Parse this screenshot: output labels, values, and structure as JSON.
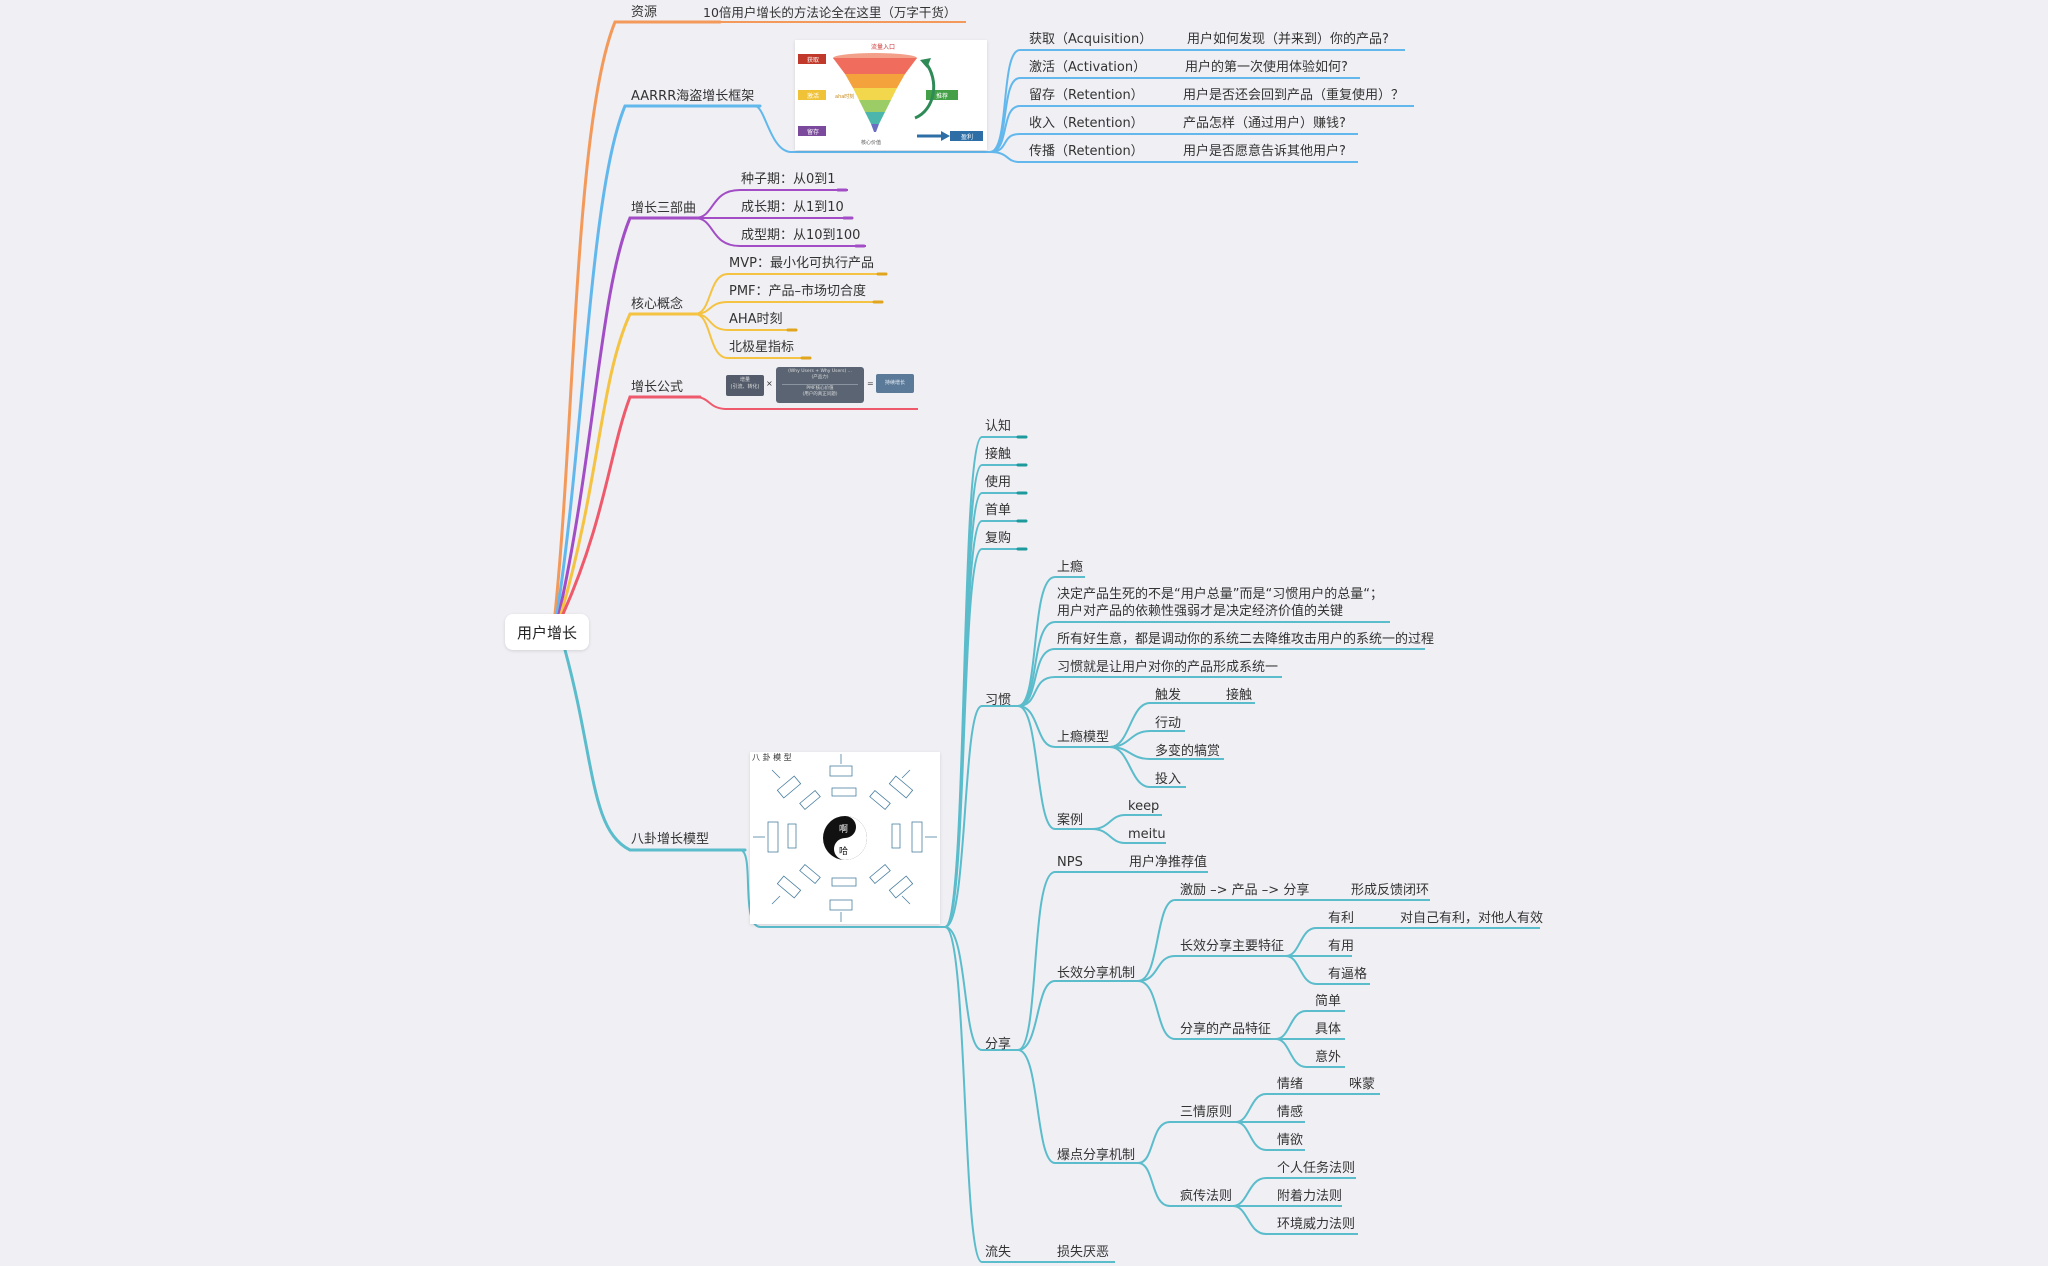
{
  "root": "用户增长",
  "branches": {
    "resource": {
      "label": "资源",
      "child": "10倍用户增长的方法论全在这里（万字干货）"
    },
    "aarrr": {
      "label": "AARRR海盗增长框架",
      "funnel": {
        "top": "流量入口",
        "acq": "获取",
        "act": "激活",
        "ret": "留存",
        "ref": "推荐",
        "rev": "盈利",
        "core": "核心价值",
        "aha": "aha时刻"
      },
      "items": [
        {
          "name": "获取（Acquisition）",
          "desc": "用户如何发现（并来到）你的产品?"
        },
        {
          "name": "激活（Activation）",
          "desc": "用户的第一次使用体验如何?"
        },
        {
          "name": "留存（Retention）",
          "desc": "用户是否还会回到产品（重复使用）？"
        },
        {
          "name": "收入（Retention）",
          "desc": "产品怎样（通过用户）赚钱?"
        },
        {
          "name": "传播（Retention）",
          "desc": "用户是否愿意告诉其他用户?"
        }
      ]
    },
    "stages": {
      "label": "增长三部曲",
      "items": [
        "种子期：从0到1",
        "成长期：从1到10",
        "成型期：从10到100"
      ]
    },
    "concepts": {
      "label": "核心概念",
      "items": [
        "MVP：最小化可执行产品",
        "PMF：产品–市场切合度",
        "AHA时刻",
        "北极星指标"
      ]
    },
    "formula": {
      "label": "增长公式",
      "left": "增量",
      "left_sub": "(引流、转化)",
      "mid_top": "(Why Users + Why Users) ...",
      "mid_sub": "(产品力)",
      "mid_b1": "PMF核心价值",
      "mid_b2": "(用户的真正问题)",
      "op1": "×",
      "op2": "=",
      "right": "持续增长"
    },
    "bagua": {
      "label": "八卦增长模型",
      "image": {
        "title": "八 卦 模 型",
        "center_top": "啊",
        "center_bottom": "哈"
      },
      "simple": [
        "认知",
        "接触",
        "使用",
        "首单",
        "复购"
      ],
      "habit": {
        "label": "习惯",
        "items": [
          "上瘾",
          "决定产品生死的不是“用户总量”而是“习惯用户的总量“；",
          "用户对产品的依赖性强弱才是决定经济价值的关键",
          "所有好生意，都是调动你的系统二去降维攻击用户的系统一的过程",
          "习惯就是让用户对你的产品形成系统一"
        ],
        "model": {
          "label": "上瘾模型",
          "items": [
            "触发",
            "行动",
            "多变的犒赏",
            "投入"
          ],
          "trigger_child": "接触"
        },
        "cases": {
          "label": "案例",
          "items": [
            "keep",
            "meitu"
          ]
        }
      },
      "share": {
        "label": "分享",
        "nps": {
          "label": "NPS",
          "child": "用户净推荐值"
        },
        "long": {
          "label": "长效分享机制",
          "loop": "激励 –> 产品 –> 分享",
          "loop_child": "形成反馈闭环",
          "features": {
            "label": "长效分享主要特征",
            "items": [
              "有利",
              "有用",
              "有逼格"
            ],
            "benefit_child": "对自己有利，对他人有效"
          },
          "product": {
            "label": "分享的产品特征",
            "items": [
              "简单",
              "具体",
              "意外"
            ]
          }
        },
        "viral": {
          "label": "爆点分享机制",
          "three": {
            "label": "三情原则",
            "items": [
              "情绪",
              "情感",
              "情欲"
            ],
            "emotion_child": "咪蒙"
          },
          "spread": {
            "label": "疯传法则",
            "items": [
              "个人任务法则",
              "附着力法则",
              "环境威力法则"
            ]
          }
        }
      },
      "churn": {
        "label": "流失",
        "child": "损失厌恶"
      }
    }
  },
  "colors": {
    "orange": "#f39a5b",
    "blue": "#62b8ec",
    "purple": "#a24dc5",
    "yellow": "#f5c342",
    "red": "#ee5a6b",
    "teal": "#5bbccb"
  }
}
